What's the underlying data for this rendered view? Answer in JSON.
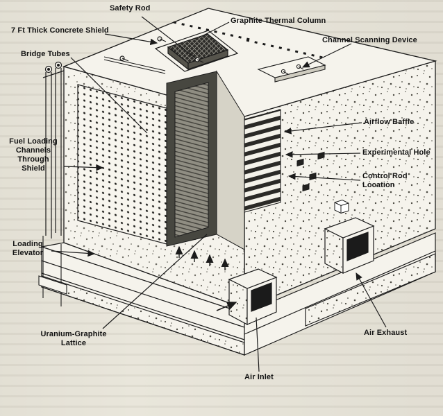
{
  "page": {
    "background": "#e9e6db",
    "ink": "#1b1b1b"
  },
  "diagram": {
    "type": "reactor-cutaway-illustration",
    "labels": {
      "safety_rod": "Safety Rod",
      "concrete_shield": "7 Ft Thick Concrete Shield",
      "graphite_thermal_column": "Graphite Thermal Column",
      "channel_scanning_device": "Channel Scanning Device",
      "bridge_tubes": "Bridge Tubes",
      "airflow_baffle": "Airflow Baffle",
      "experimental_hole": "Experimental Hole",
      "control_rod_location": "Control Rod Location",
      "fuel_loading_channels": "Fuel Loading\nChannels\nThrough\nShield",
      "loading_elevator": "Loading\nElevator",
      "uranium_graphite_lattice": "Uranium-Graphite\nLattice",
      "air_exhaust": "Air Exhaust",
      "air_inlet": "Air Inlet"
    }
  }
}
